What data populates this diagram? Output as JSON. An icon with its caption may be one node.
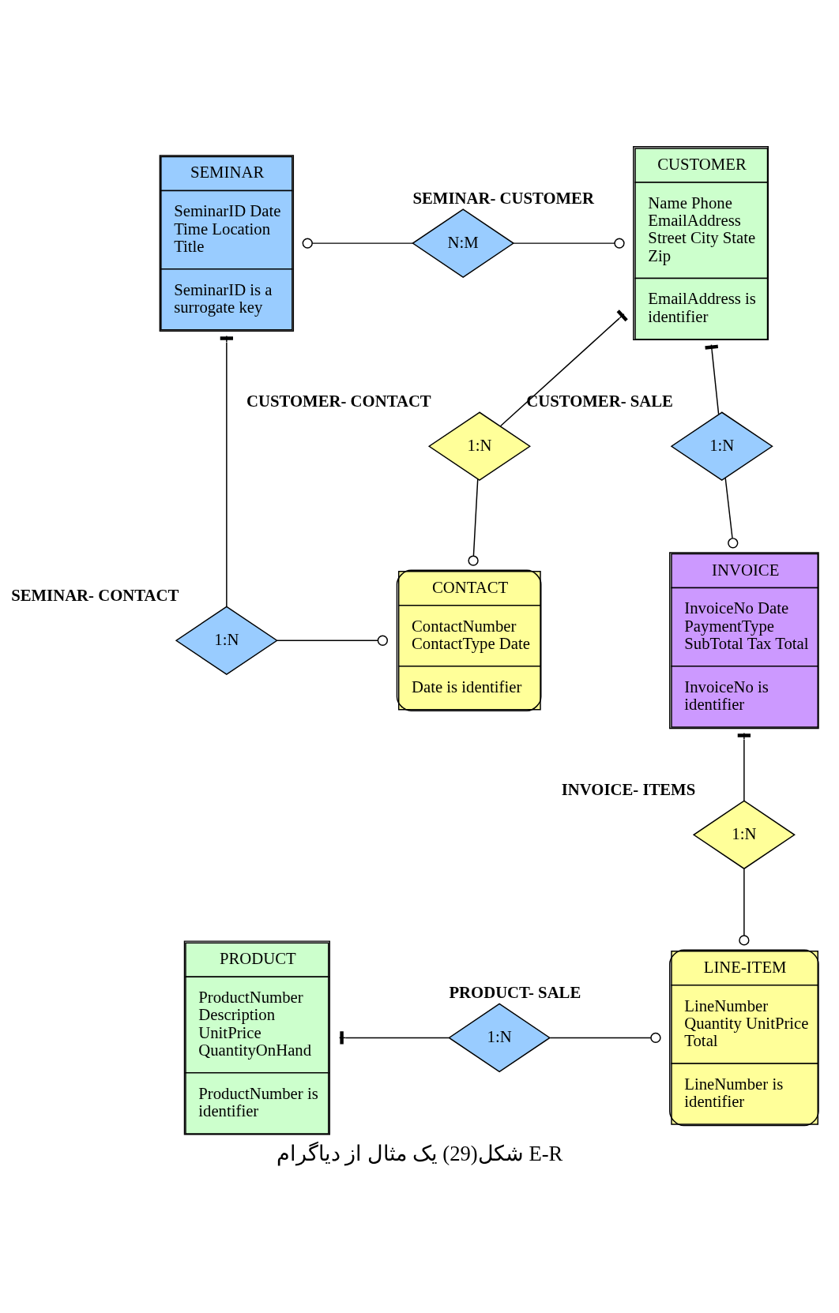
{
  "diagram": {
    "caption": "شکل(29) یک مثال از دیاگرام E-R",
    "nodes": [
      {
        "text": [
          "SEMINAR",
          "SeminarID Date Time Location Title",
          "SeminarID is a surrogate key"
        ]
      },
      {
        "text": [
          "N:M"
        ],
        "beside": [
          "SEMINAR- CUSTOMER"
        ]
      },
      {
        "text": [
          "CUSTOMER",
          "Name Phone EmailAddress Street City State Zip",
          "EmailAddress is identifier"
        ]
      },
      {
        "text": [
          "1:N"
        ],
        "beside": [
          "SEMINAR- CONTACT"
        ]
      },
      {
        "text": [
          "1:N"
        ],
        "beside": [
          "CUSTOMER- CONTACT"
        ]
      },
      {
        "text": [
          "CONTACT",
          "ContactNumber ContactType Date",
          "Date is identifier"
        ]
      },
      {
        "text": [
          "1:N"
        ],
        "beside": [
          "CUSTOMER- SALE"
        ]
      },
      {
        "text": [
          "INVOICE",
          "InvoiceNo Date PaymentType SubTotal Tax Total",
          "InvoiceNo is identifier"
        ]
      },
      {
        "text": [
          "1:N"
        ],
        "beside": [
          "INVOICE- ITEMS"
        ]
      },
      {
        "text": [
          "PRODUCT",
          "ProductNumber Description UnitPrice QuantityOnHand",
          "ProductNumber is identifier"
        ]
      },
      {
        "text": [
          "1:N"
        ],
        "beside": [
          "PRODUCT- SALE"
        ]
      },
      {
        "text": [
          "LINE-ITEM",
          "LineNumber Quantity UnitPrice Total",
          "LineNumber is identifier"
        ]
      }
    ],
    "edges": [
      {
        "from": 0,
        "to": 1,
        "arrow": "other"
      },
      {
        "from": 1,
        "to": 2,
        "arrow": "other"
      },
      {
        "from": 2,
        "to": 4,
        "arrow": "other"
      },
      {
        "from": 4,
        "to": 5,
        "arrow": "other"
      },
      {
        "from": 0,
        "to": 3,
        "arrow": "other"
      },
      {
        "from": 3,
        "to": 5,
        "arrow": "other"
      },
      {
        "from": 2,
        "to": 6,
        "arrow": "other"
      },
      {
        "from": 6,
        "to": 7,
        "arrow": "other"
      },
      {
        "from": 7,
        "to": 8,
        "arrow": "other"
      },
      {
        "from": 8,
        "to": 11,
        "arrow": "other"
      },
      {
        "from": 9,
        "to": 10,
        "arrow": "other"
      },
      {
        "from": 10,
        "to": 11,
        "arrow": "other"
      }
    ]
  }
}
